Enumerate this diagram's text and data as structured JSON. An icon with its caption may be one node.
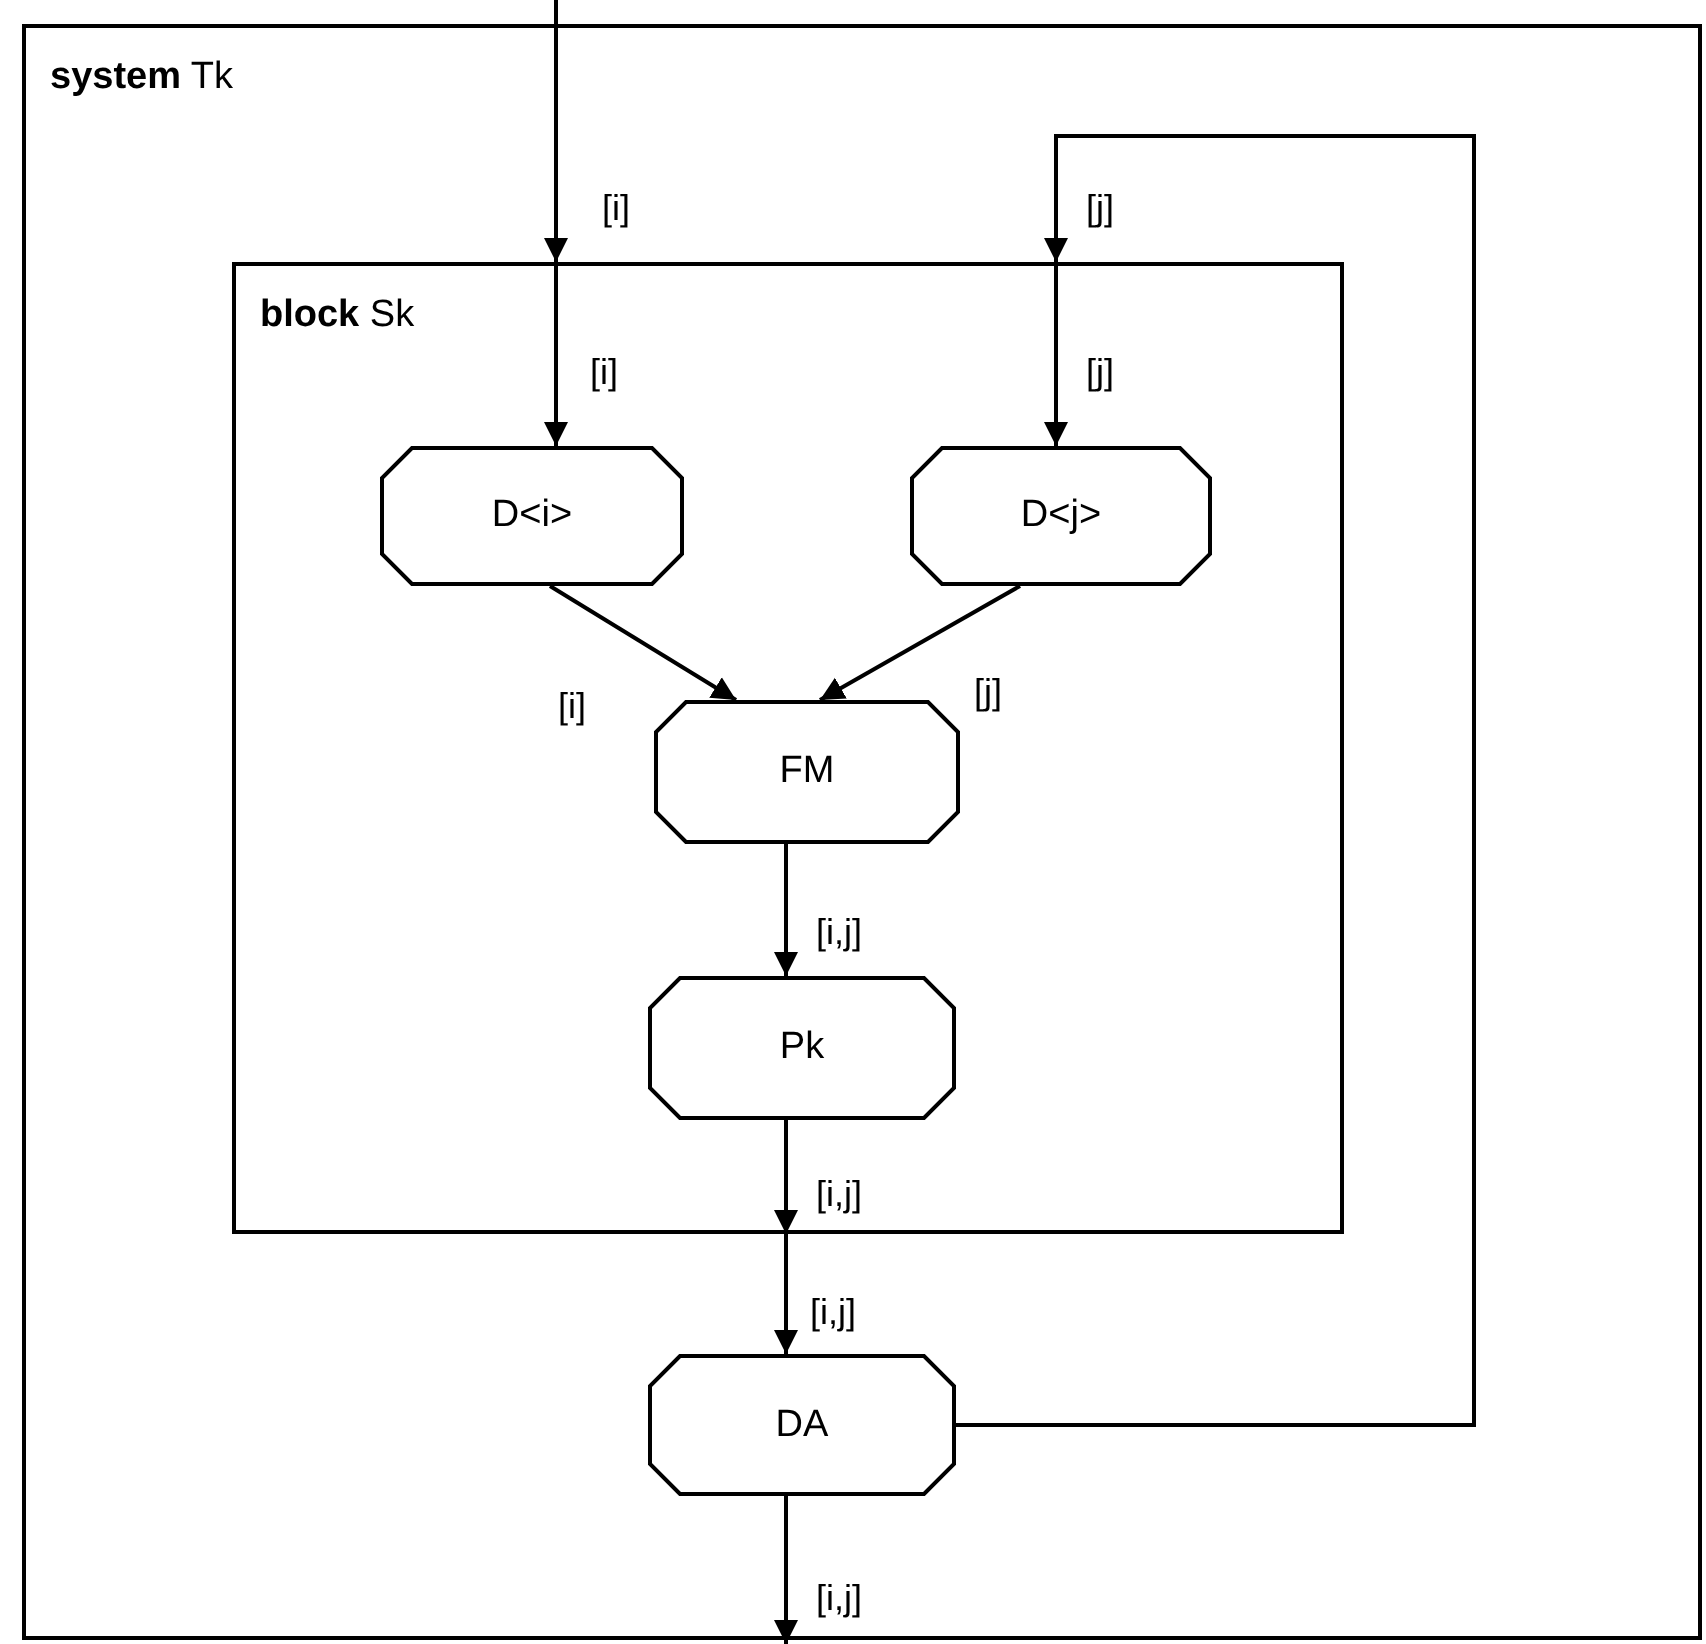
{
  "diagram": {
    "nodes": [
      {
        "text": [
          "**system** Tk"
        ]
      },
      {
        "text": [
          "**block** Sk"
        ],
        "in": 0
      },
      {
        "text": [
          "D<i>"
        ],
        "in": 1
      },
      {
        "text": [
          "D<j>"
        ],
        "in": 1
      },
      {
        "text": [
          "FM"
        ],
        "in": 1
      },
      {
        "text": [
          "Pk"
        ],
        "in": 1
      },
      {
        "text": [
          "DA"
        ],
        "in": 0
      }
    ],
    "edges": [
      {
        "from": null,
        "to": 1,
        "arrow": "to",
        "label": "[i]"
      },
      {
        "from": 1,
        "to": 2,
        "arrow": "to",
        "label": "[i]"
      },
      {
        "from": 6,
        "to": 1,
        "arrow": "to",
        "label": "[j]"
      },
      {
        "from": 1,
        "to": 3,
        "arrow": "to",
        "label": "[j]"
      },
      {
        "from": 2,
        "to": 4,
        "arrow": "to",
        "label": "[i]"
      },
      {
        "from": 3,
        "to": 4,
        "arrow": "to",
        "label": "[j]"
      },
      {
        "from": 4,
        "to": 5,
        "arrow": "to",
        "label": "[i,j]"
      },
      {
        "from": 5,
        "to": 1,
        "arrow": "to",
        "label": "[i,j]"
      },
      {
        "from": 1,
        "to": 6,
        "arrow": "to",
        "label": "[i,j]"
      },
      {
        "from": 6,
        "to": null,
        "arrow": "to",
        "label": "[i,j]"
      }
    ]
  }
}
